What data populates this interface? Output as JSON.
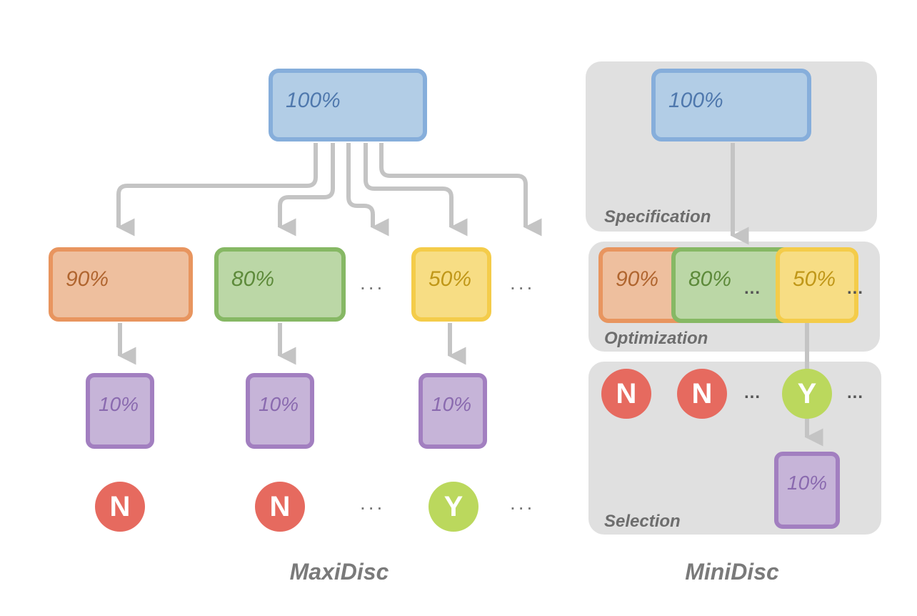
{
  "maxidisc": {
    "caption": "MaxiDisc",
    "root": "100%",
    "branches": [
      {
        "model": "90%",
        "sub": "10%",
        "decision": "N"
      },
      {
        "model": "80%",
        "sub": "10%",
        "decision": "N"
      },
      {
        "model": "50%",
        "sub": "10%",
        "decision": "Y"
      }
    ],
    "ellipsis": "..."
  },
  "minidisc": {
    "caption": "MiniDisc",
    "specification_label": "Specification",
    "optimization_label": "Optimization",
    "selection_label": "Selection",
    "root": "100%",
    "models": [
      "90%",
      "80%",
      "50%"
    ],
    "decisions": [
      "N",
      "N",
      "Y"
    ],
    "final": "10%",
    "ellipsis": "..."
  },
  "colors": {
    "blue": "#b2cde6",
    "orange": "#eebf9e",
    "green": "#bbd7a6",
    "yellow": "#f7dd84",
    "purple": "#c6b4d8",
    "red": "#e66a5f",
    "lime": "#bbd85d",
    "arrow": "#c4c4c4",
    "panel": "#e0e0e0"
  }
}
